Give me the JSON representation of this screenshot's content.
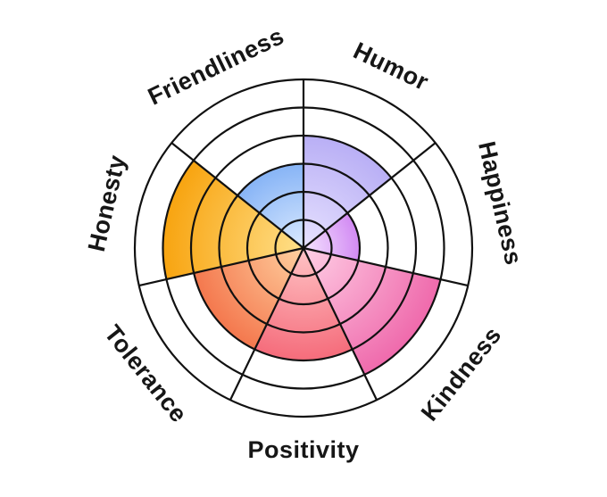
{
  "chart_data": {
    "type": "radial-bar",
    "max_level": 6,
    "start_angle_deg": 0,
    "direction": "clockwise",
    "categories": [
      "Humor",
      "Happiness",
      "Kindness",
      "Positivity",
      "Tolerance",
      "Honesty",
      "Friendliness"
    ],
    "values": [
      4,
      2,
      5,
      4,
      4,
      5,
      3
    ],
    "colors": {
      "Humor": [
        "#e7e2ff",
        "#b9aff5"
      ],
      "Happiness": [
        "#f4e4ff",
        "#d28af3"
      ],
      "Kindness": [
        "#ffd0e6",
        "#ef6aac"
      ],
      "Positivity": [
        "#ffc4c6",
        "#f56c7b"
      ],
      "Tolerance": [
        "#ffd1a0",
        "#f4784e"
      ],
      "Honesty": [
        "#ffe08a",
        "#f8a410"
      ],
      "Friendliness": [
        "#dbeaff",
        "#87b4f6"
      ]
    },
    "grid_rings": [
      1,
      2,
      3,
      4,
      5,
      6
    ]
  }
}
